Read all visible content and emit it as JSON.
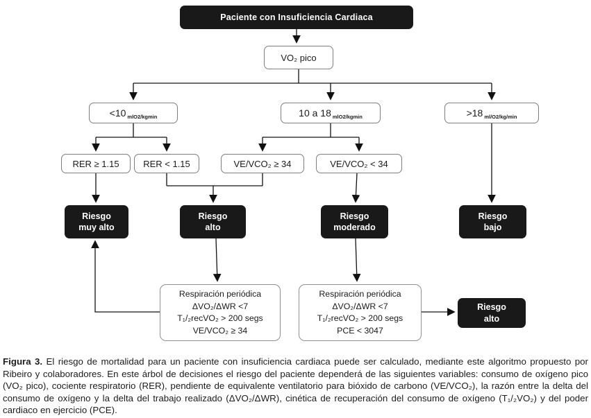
{
  "figure": {
    "nodes": {
      "root": {
        "label": "Paciente con Insuficiencia Cardiaca"
      },
      "vo2": {
        "label": "VO₂ pico"
      },
      "branch_low": {
        "value": "<10",
        "unit": "mlO2/kgmin"
      },
      "branch_mid": {
        "value": "10 a 18",
        "unit": "mlO2/kgmin"
      },
      "branch_high": {
        "value": ">18",
        "unit": "ml/O2/kg/min"
      },
      "rer_high": {
        "label": "RER ≥ 1.15"
      },
      "rer_low": {
        "label": "RER < 1.15"
      },
      "vevco2_high": {
        "label": "VE/VCO₂ ≥ 34"
      },
      "vevco2_low": {
        "label": "VE/VCO₂ < 34"
      },
      "risk_very_high": {
        "lines": [
          "Riesgo",
          "muy alto"
        ]
      },
      "risk_high": {
        "lines": [
          "Riesgo",
          "alto"
        ]
      },
      "risk_moderate": {
        "lines": [
          "Riesgo",
          "moderado"
        ]
      },
      "risk_low": {
        "lines": [
          "Riesgo",
          "bajo"
        ]
      },
      "periodic_left": {
        "lines": [
          "Respiración periódica",
          "ΔVO₂/ΔWR <7",
          "T₁/₂recVO₂ > 200 segs",
          "VE/VCO₂ ≥ 34"
        ]
      },
      "periodic_right": {
        "lines": [
          "Respiración periódica",
          "ΔVO₂/ΔWR <7",
          "T₁/₂recVO₂ > 200 segs",
          "PCE < 3047"
        ]
      },
      "risk_high_2": {
        "lines": [
          "Riesgo",
          "alto"
        ]
      }
    },
    "caption": {
      "label": "Figura 3.",
      "text": " El riesgo de mortalidad para un paciente con insuficiencia cardiaca puede ser calculado, mediante este algoritmo propuesto por Ribeiro y colaboradores. En este árbol de decisiones el riesgo del paciente dependerá de las siguientes variables: consumo de oxígeno pico (VO₂ pico), cociente respiratorio (RER), pendiente de equivalente ventilatorio para bióxido de carbono (VE/VCO₂), la razón entre la delta del consumo de oxígeno y la delta del trabajo realizado (ΔVO₂/ΔWR), cinética de recuperación del consumo de oxígeno (T₁/₂VO₂) y del poder cardiaco en ejercicio (PCE)."
    },
    "colors": {
      "node_dark_fill": "#191919",
      "node_dark_text": "#ffffff",
      "node_border_gray": "#7d7d7d",
      "connector": "#111111"
    }
  }
}
